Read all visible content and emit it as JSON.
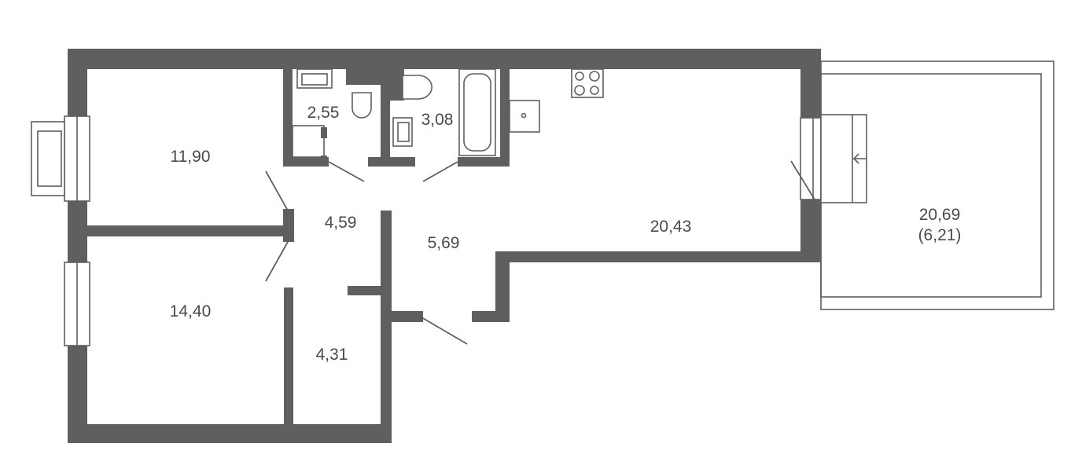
{
  "plan": {
    "rooms": {
      "bedroom_1": "11,90",
      "bedroom_2": "14,40",
      "hall": "4,59",
      "corridor": "5,69",
      "living_kitchen": "20,43",
      "wardrobe": "4,31",
      "bathroom_1": "2,55",
      "bathroom_2": "3,08",
      "balcony_area": "20,69",
      "balcony_reduced": "(6,21)"
    },
    "colors": {
      "wall": "#5f5f5f",
      "background": "#ffffff",
      "text": "#4a4a4a"
    }
  }
}
